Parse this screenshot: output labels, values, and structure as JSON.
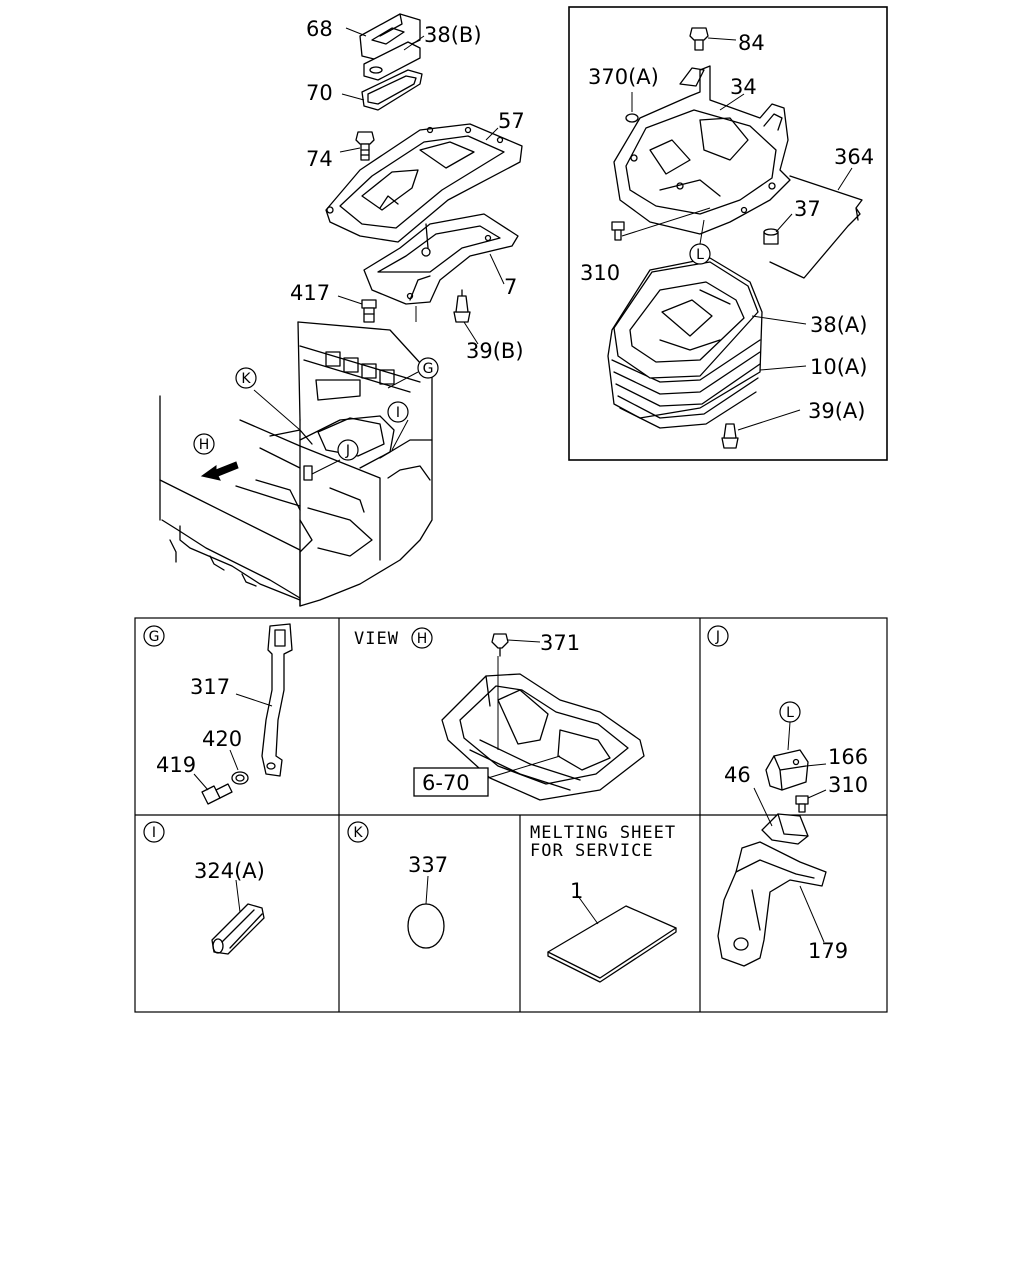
{
  "main_labels": {
    "l68": "68",
    "l38b": "38(B)",
    "l70": "70",
    "l57": "57",
    "l74": "74",
    "l7": "7",
    "l417": "417",
    "l39b": "39(B)"
  },
  "callouts_main": {
    "g": "G",
    "k": "K",
    "i": "I",
    "j": "J",
    "h": "H"
  },
  "inset_top": {
    "l84": "84",
    "l370a": "370(A)",
    "l34": "34",
    "l364": "364",
    "l37": "37",
    "l310": "310",
    "l38a": "38(A)",
    "l10a": "10(A)",
    "l39a": "39(A)",
    "callout_l": "L"
  },
  "panel_g": {
    "callout": "G",
    "l317": "317",
    "l420": "420",
    "l419": "419"
  },
  "panel_h": {
    "view_text": "VIEW",
    "callout": "H",
    "l371": "371",
    "ref_box": "6-70"
  },
  "panel_j": {
    "callout": "J",
    "callout_l": "L",
    "l166": "166",
    "l46": "46",
    "l310": "310",
    "l179": "179"
  },
  "panel_i": {
    "callout": "I",
    "l324a": "324(A)"
  },
  "panel_k": {
    "callout": "K",
    "l337": "337"
  },
  "panel_melt": {
    "line1": "MELTING SHEET",
    "line2": "FOR SERVICE",
    "l1": "1"
  }
}
